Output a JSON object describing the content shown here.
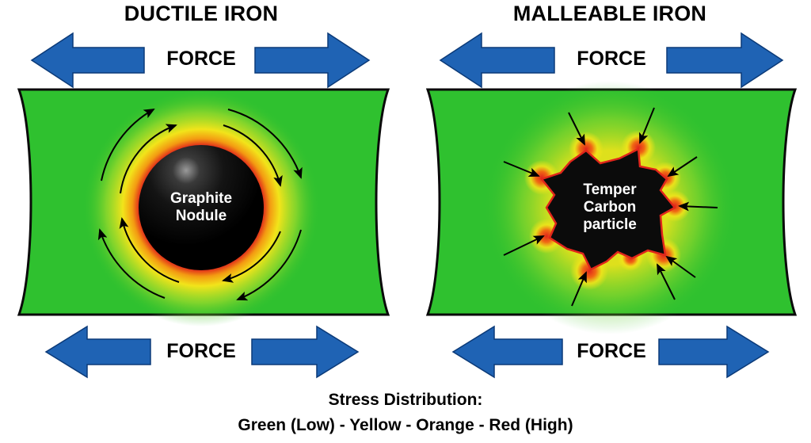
{
  "left_panel": {
    "title": "DUCTILE IRON",
    "top_force": "FORCE",
    "bottom_force": "FORCE",
    "particle_label_line1": "Graphite",
    "particle_label_line2": "Nodule"
  },
  "right_panel": {
    "title": "MALLEABLE IRON",
    "top_force": "FORCE",
    "bottom_force": "FORCE",
    "particle_label_line1": "Temper",
    "particle_label_line2": "Carbon",
    "particle_label_line3": "particle"
  },
  "caption": {
    "line1": "Stress Distribution:",
    "line2": "Green (Low) - Yellow - Orange - Red (High)"
  },
  "colors": {
    "arrow_blue": "#1f63b4",
    "low_stress_green": "#2fc12f",
    "mid_stress_yellow": "#f2e41a",
    "high_stress_orange": "#f39a12",
    "peak_stress_red": "#e0261b",
    "particle_black": "#0b0b0b"
  },
  "icons": {
    "force_arrow": "left-right-block-arrow-icon",
    "flow_arrow": "curved-flow-arrow-icon",
    "stress_arrow": "inward-stress-arrow-icon"
  }
}
